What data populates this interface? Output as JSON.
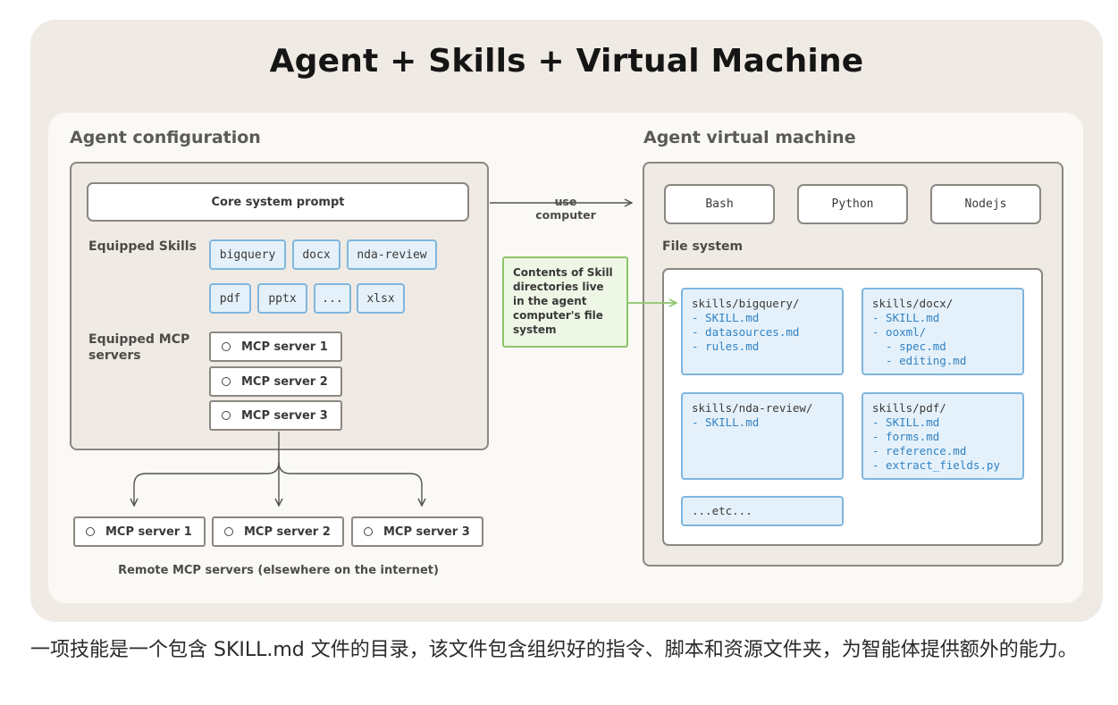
{
  "title": "Agent + Skills + Virtual Machine",
  "config": {
    "label": "Agent configuration",
    "core_prompt": "Core system prompt",
    "skills_label": "Equipped Skills",
    "skills": [
      "bigquery",
      "docx",
      "nda-review",
      "pdf",
      "pptx",
      "...",
      "xlsx"
    ],
    "mcp_label": "Equipped MCP servers",
    "mcp_servers": [
      "MCP server 1",
      "MCP server 2",
      "MCP server 3"
    ]
  },
  "arrow_label": "use computer",
  "note": "Contents of Skill directories live in the agent computer's file system",
  "remote": {
    "servers": [
      "MCP server 1",
      "MCP server 2",
      "MCP server 3"
    ],
    "caption": "Remote MCP servers (elsewhere on the internet)"
  },
  "vm": {
    "label": "Agent virtual machine",
    "runtimes": [
      "Bash",
      "Python",
      "Nodejs"
    ],
    "fs_label": "File system",
    "dirs": [
      {
        "name": "skills/bigquery/",
        "items": [
          "- SKILL.md",
          "- datasources.md",
          "- rules.md"
        ]
      },
      {
        "name": "skills/docx/",
        "items": [
          "- SKILL.md",
          "- ooxml/",
          "  - spec.md",
          "  - editing.md"
        ]
      },
      {
        "name": "skills/nda-review/",
        "items": [
          "- SKILL.md"
        ]
      },
      {
        "name": "skills/pdf/",
        "items": [
          "- SKILL.md",
          "- forms.md",
          "- reference.md",
          "- extract_fields.py"
        ]
      }
    ],
    "etc": "...etc..."
  },
  "caption": "一项技能是一个包含 SKILL.md 文件的目录，该文件包含组织好的指令、脚本和资源文件夹，为智能体提供额外的能力。",
  "colors": {
    "accent_blue": "#3182c4",
    "chip_border": "#7fb6de",
    "note_green": "#8dc56a",
    "panel_bg": "#efebe4"
  }
}
